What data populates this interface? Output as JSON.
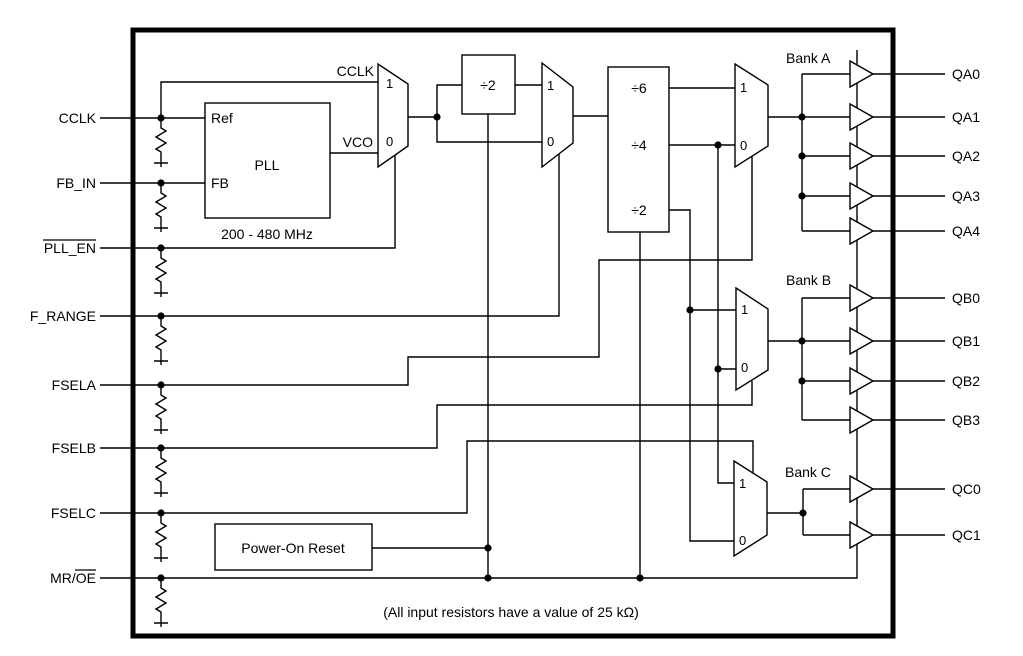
{
  "inputs": [
    {
      "label": "CCLK"
    },
    {
      "label": "FB_IN"
    },
    {
      "label": "PLL_EN",
      "overline": true
    },
    {
      "label": "F_RANGE"
    },
    {
      "label": "FSELA"
    },
    {
      "label": "FSELB"
    },
    {
      "label": "FSELC"
    },
    {
      "label": "MR/OE",
      "prefix": "MR/",
      "overlined": "OE"
    }
  ],
  "outputs": [
    {
      "label": "QA0",
      "bank": "A"
    },
    {
      "label": "QA1",
      "bank": "A"
    },
    {
      "label": "QA2",
      "bank": "A"
    },
    {
      "label": "QA3",
      "bank": "A"
    },
    {
      "label": "QA4",
      "bank": "A"
    },
    {
      "label": "QB0",
      "bank": "B"
    },
    {
      "label": "QB1",
      "bank": "B"
    },
    {
      "label": "QB2",
      "bank": "B"
    },
    {
      "label": "QB3",
      "bank": "B"
    },
    {
      "label": "QC0",
      "bank": "C"
    },
    {
      "label": "QC1",
      "bank": "C"
    }
  ],
  "pll": {
    "label": "PLL",
    "ref_input": "Ref",
    "fb_input": "FB",
    "vco_output": "VCO",
    "frequency_range": "200 - 480 MHz"
  },
  "clock_mux_label": "CCLK",
  "prescaler": {
    "label": "÷2"
  },
  "divider": {
    "rows": [
      "÷6",
      "÷4",
      "÷2"
    ]
  },
  "muxes": {
    "reference": {
      "in1": "1",
      "in0": "0"
    },
    "range": {
      "in1": "1",
      "in0": "0"
    },
    "bank_a": {
      "in1": "1",
      "in0": "0"
    },
    "bank_b": {
      "in1": "1",
      "in0": "0"
    },
    "bank_c": {
      "in1": "1",
      "in0": "0"
    }
  },
  "banks": [
    {
      "label": "Bank A"
    },
    {
      "label": "Bank B"
    },
    {
      "label": "Bank C"
    }
  ],
  "por": {
    "label": "Power-On Reset"
  },
  "note": "(All input resistors have a value of 25 kΩ)",
  "colors": {
    "line": "#000000",
    "background": "#ffffff"
  }
}
